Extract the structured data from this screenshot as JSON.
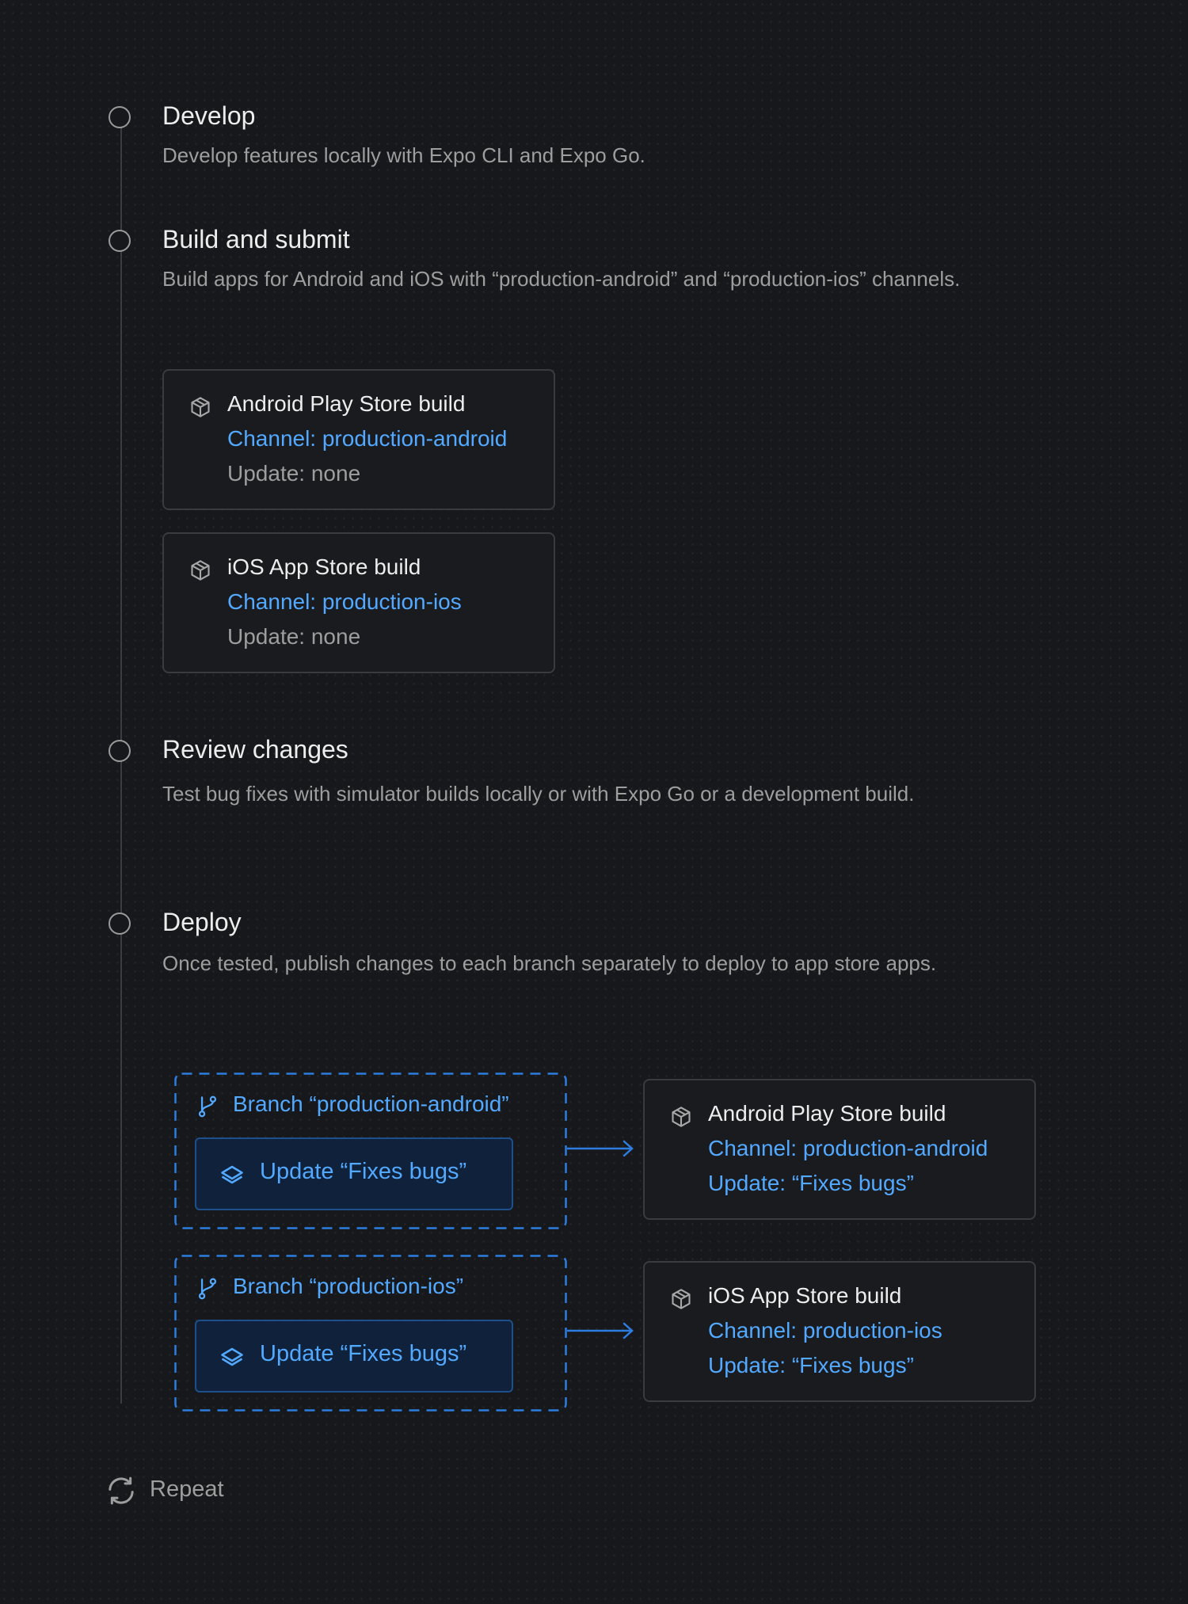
{
  "steps": [
    {
      "title": "Develop",
      "description": "Develop features locally with Expo CLI and Expo Go."
    },
    {
      "title": "Build and submit",
      "description": "Build apps for Android and iOS with “production-android” and “production-ios” channels."
    },
    {
      "title": "Review changes",
      "description": "Test bug fixes with simulator builds locally or with Expo Go or a development build."
    },
    {
      "title": "Deploy",
      "description": "Once tested, publish changes to each branch separately to deploy to app store apps."
    }
  ],
  "build_cards": [
    {
      "title": "Android Play Store build",
      "channel": "Channel: production-android",
      "update": "Update: none"
    },
    {
      "title": "iOS App Store build",
      "channel": "Channel: production-ios",
      "update": "Update: none"
    }
  ],
  "deploy_rows": [
    {
      "branch": "Branch “production-android”",
      "update": "Update “Fixes bugs”",
      "card": {
        "title": "Android Play Store build",
        "channel": "Channel: production-android",
        "update": "Update: “Fixes bugs”"
      }
    },
    {
      "branch": "Branch “production-ios”",
      "update": "Update “Fixes bugs”",
      "card": {
        "title": "iOS App Store build",
        "channel": "Channel: production-ios",
        "update": "Update: “Fixes bugs”"
      }
    }
  ],
  "repeat": {
    "label": "Repeat",
    "icon": "refresh-icon"
  },
  "icons": {
    "build": "box-icon",
    "branch": "git-branch-icon",
    "update": "layers-icon"
  },
  "colors": {
    "background": "#17181b",
    "accent": "#52a9ff",
    "muted_text": "#9e9e9e",
    "primary_text": "#ededed"
  }
}
